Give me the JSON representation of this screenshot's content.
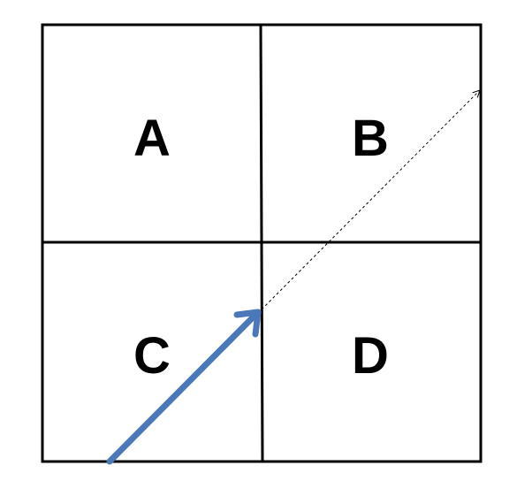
{
  "grid": {
    "cells": [
      {
        "id": "A",
        "label": "A"
      },
      {
        "id": "B",
        "label": "B"
      },
      {
        "id": "C",
        "label": "C"
      },
      {
        "id": "D",
        "label": "D"
      }
    ]
  },
  "colors": {
    "grid_line": "#000000",
    "arrow": "#4a78b8",
    "dotted_line": "#000000",
    "background": "#ffffff"
  }
}
